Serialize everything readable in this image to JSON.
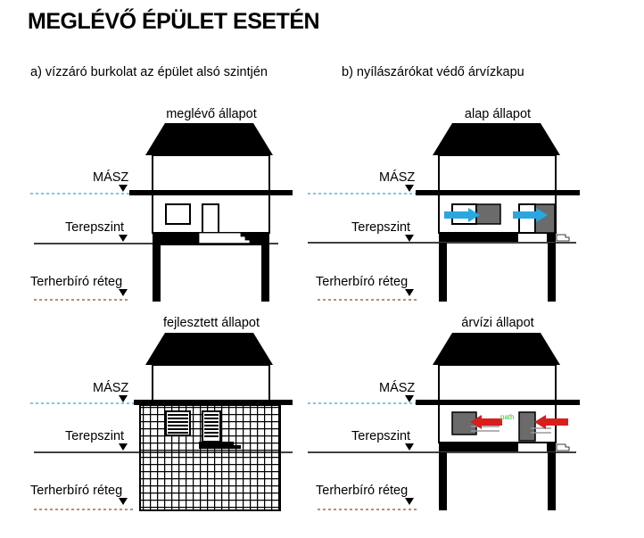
{
  "title": "MEGLÉVŐ ÉPÜLET ESETÉN",
  "section_a": "a) vízzáró burkolat az épület alsó szintjén",
  "section_b": "b) nyílászárókat védő árvízkapu",
  "panels": {
    "a1": "meglévő állapot",
    "a2": "fejlesztett állapot",
    "b1": "alap állapot",
    "b2": "árvízi állapot"
  },
  "levels": {
    "masz": "MÁSZ",
    "terepszint": "Terepszint",
    "terherbiro": "Terherbíró réteg"
  },
  "arrow_annotation": "path",
  "colors": {
    "masz_line": "#29a9d9",
    "terherbiro_line": "#8a4a2a",
    "gate_arrow": "#2aa7df",
    "flood_arrow": "#d81e1e",
    "gate": "#6b6b6b",
    "annotation": "#2fc52f"
  },
  "icons": [
    "down-triangle-icon",
    "right-arrow-icon",
    "left-arrow-icon"
  ]
}
